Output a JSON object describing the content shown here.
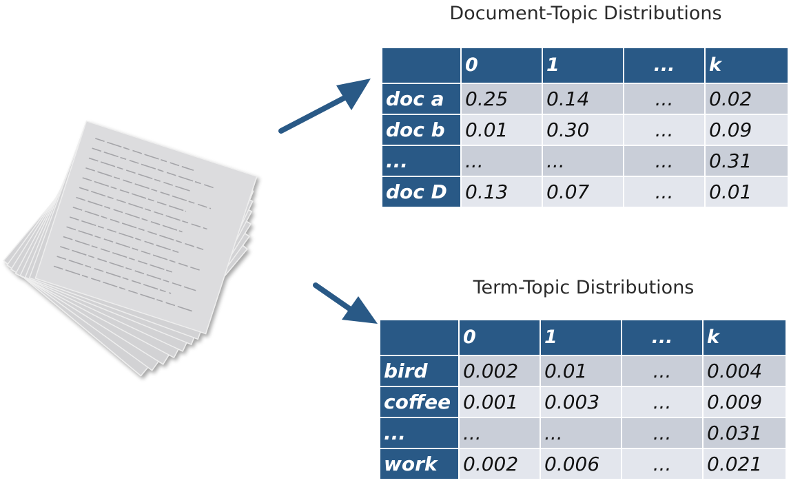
{
  "doc_topic": {
    "title": "Document-Topic Distributions",
    "columns": [
      "",
      "0",
      "1",
      "...",
      "k"
    ],
    "rows": [
      {
        "label": "doc a",
        "values": [
          "0.25",
          "0.14",
          "...",
          "0.02"
        ]
      },
      {
        "label": "doc b",
        "values": [
          "0.01",
          "0.30",
          "...",
          "0.09"
        ]
      },
      {
        "label": "...",
        "values": [
          "...",
          "...",
          "...",
          "0.31"
        ]
      },
      {
        "label": "doc D",
        "values": [
          "0.13",
          "0.07",
          "...",
          "0.01"
        ]
      }
    ]
  },
  "term_topic": {
    "title": "Term-Topic Distributions",
    "columns": [
      "",
      "0",
      "1",
      "...",
      "k"
    ],
    "rows": [
      {
        "label": "bird",
        "values": [
          "0.002",
          "0.01",
          "...",
          "0.004"
        ]
      },
      {
        "label": "coffee",
        "values": [
          "0.001",
          "0.003",
          "...",
          "0.009"
        ]
      },
      {
        "label": "...",
        "values": [
          "...",
          "...",
          "...",
          "0.031"
        ]
      },
      {
        "label": "work",
        "values": [
          "0.002",
          "0.006",
          "...",
          "0.021"
        ]
      }
    ]
  },
  "colors": {
    "header": "#295986",
    "row_dark": "#c9ced8",
    "row_light": "#e3e6ed",
    "arrow": "#295986"
  },
  "icons": {
    "document_stack": "document-stack-icon",
    "arrow_up": "arrow-up-right-icon",
    "arrow_down": "arrow-down-right-icon"
  }
}
